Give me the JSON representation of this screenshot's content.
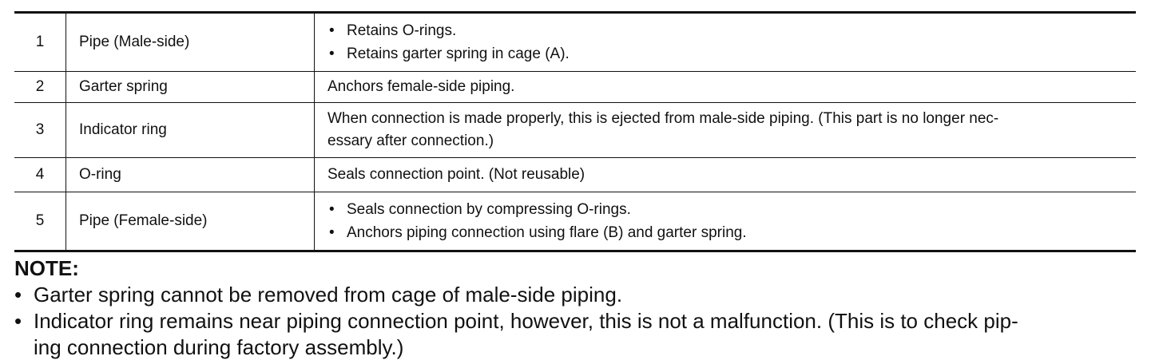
{
  "parts_table": {
    "rows": [
      {
        "number": "1",
        "name": "Pipe (Male-side)",
        "bullets": [
          "Retains O-rings.",
          "Retains garter spring in cage (A)."
        ]
      },
      {
        "number": "2",
        "name": "Garter spring",
        "description": "Anchors female-side piping."
      },
      {
        "number": "3",
        "name": "Indicator ring",
        "description_line1": "When connection is made properly, this is ejected from male-side piping. (This part is no longer nec-",
        "description_line2": "essary after connection.)"
      },
      {
        "number": "4",
        "name": "O-ring",
        "description": "Seals connection point. (Not reusable)"
      },
      {
        "number": "5",
        "name": "Pipe (Female-side)",
        "bullets": [
          "Seals connection by compressing O-rings.",
          "Anchors piping connection using flare (B) and garter spring."
        ]
      }
    ]
  },
  "note": {
    "title": "NOTE:",
    "items": [
      "Garter spring cannot be removed from cage of male-side piping.",
      "Indicator ring remains near piping connection point, however, this is not a malfunction. (This is to check pip-",
      "ing connection during factory assembly.)"
    ]
  }
}
